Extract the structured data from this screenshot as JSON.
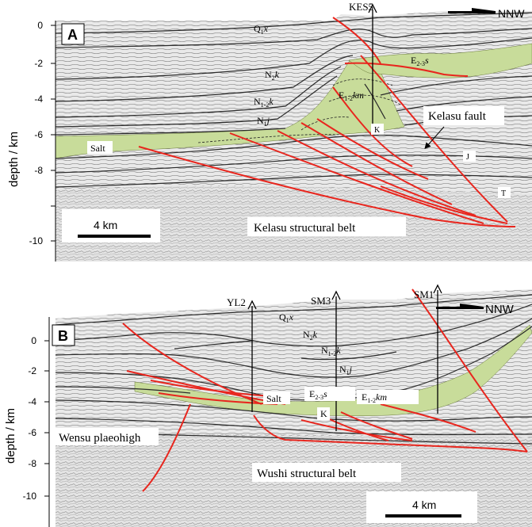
{
  "panel_a": {
    "letter": "A",
    "well": "KES5",
    "direction": "NNW",
    "axis_label": "depth / km",
    "ticks": [
      "0",
      "-2",
      "-4",
      "-6",
      "-8",
      "-10"
    ],
    "scale_bar": "4 km",
    "belt": "Kelasu structural belt",
    "fault": "Kelasu fault",
    "units": {
      "q1x_a": "Q",
      "q1x_b": "1",
      "q1x_c": "x",
      "n2k_a": "N",
      "n2k_b": "2",
      "n2k_c": "k",
      "n12k_a": "N",
      "n12k_b": "1-2",
      "n12k_c": "k",
      "n1j_a": "N",
      "n1j_b": "1",
      "n1j_c": "j",
      "e12km_a": "E",
      "e12km_b": "1-2",
      "e12km_c": "km",
      "e23s_a": "E",
      "e23s_b": "2-3",
      "e23s_c": "s",
      "salt": "Salt",
      "k": "K",
      "j": "J",
      "t": "T"
    }
  },
  "panel_b": {
    "letter": "B",
    "wells": [
      "YL2",
      "SM3",
      "SM1"
    ],
    "direction": "NNW",
    "axis_label": "depth / km",
    "ticks": [
      "0",
      "-2",
      "-4",
      "-6",
      "-8",
      "-10"
    ],
    "scale_bar": "4 km",
    "belt": "Wushi structural belt",
    "high": "Wensu plaeohigh",
    "units": {
      "q1x_a": "Q",
      "q1x_b": "1",
      "q1x_c": "x",
      "n2k_a": "N",
      "n2k_b": "2",
      "n2k_c": "k",
      "n12k_a": "N",
      "n12k_b": "1-2",
      "n12k_c": "k",
      "n1j_a": "N",
      "n1j_b": "1",
      "n1j_c": "j",
      "e23s_a": "E",
      "e23s_b": "2-3",
      "e23s_c": "s",
      "e12km_a": "E",
      "e12km_b": "1-2",
      "e12km_c": "km",
      "salt": "Salt",
      "k": "K"
    }
  },
  "colors": {
    "fault": "#e8261e",
    "salt": "#c8dc9a",
    "seismic_bg": "#e9e9e9",
    "horizon": "#2a2a2a"
  }
}
